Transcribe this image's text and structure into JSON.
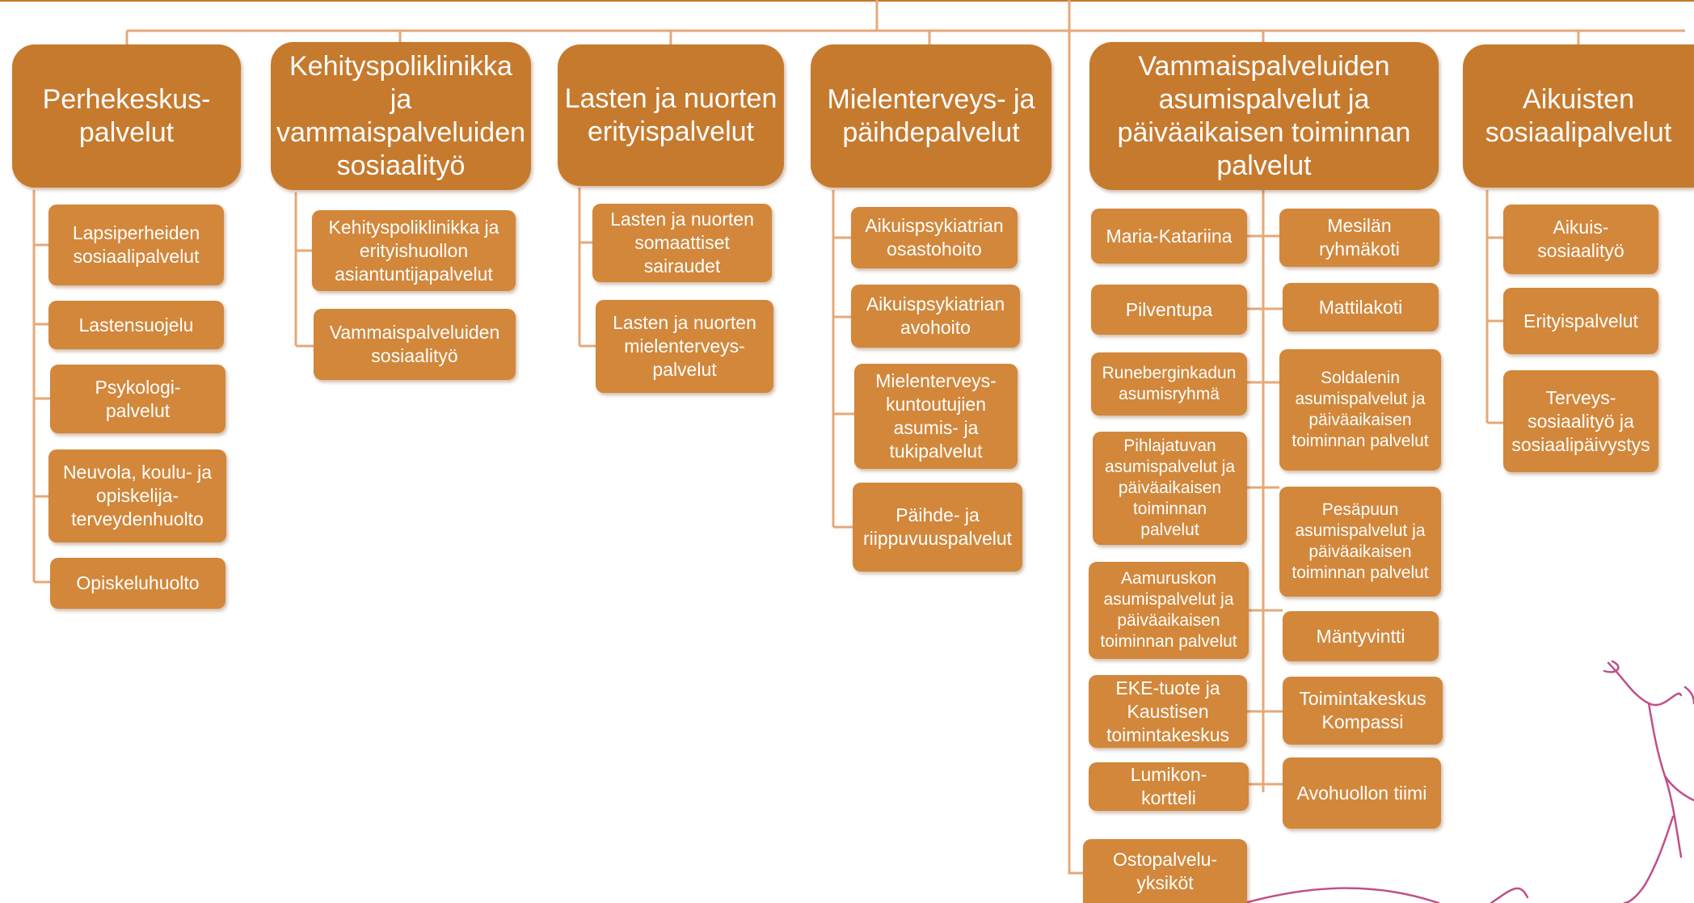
{
  "chart_data": {
    "type": "hierarchy",
    "columns": [
      {
        "label": "Perhekeskus-\npalvelut",
        "children": [
          "Lapsiperheiden\nsosiaalipalvelut",
          "Lastensuojelu",
          "Psykologi-\npalvelut",
          "Neuvola, koulu- ja\nopiskelija-\nterveydenhuolto",
          "Opiskeluhuolto"
        ]
      },
      {
        "label": "Kehityspoliklinikka ja\nvammaispalveluiden\nsosiaalityö",
        "children": [
          "Kehityspoliklinikka ja\nerityishuollon\nasiantuntijapalvelut",
          "Vammaispalveluiden\nsosiaalityö"
        ]
      },
      {
        "label": "Lasten ja nuorten\nerityispalvelut",
        "children": [
          "Lasten ja nuorten\nsomaattiset\nsairaudet",
          "Lasten ja nuorten\nmielenterveys-\npalvelut"
        ]
      },
      {
        "label": "Mielenterveys- ja\npäihdepalvelut",
        "children": [
          "Aikuispsykiatrian\nosastohoito",
          "Aikuispsykiatrian\navohoito",
          "Mielenterveys-\nkuntoutujien\nasumis- ja\ntukipalvelut",
          "Päihde- ja\nriippuvuuspalvelut"
        ]
      },
      {
        "label": "Vammaispalveluiden\nasumispalvelut ja\npäiväaikaisen toiminnan\npalvelut",
        "children_left": [
          "Maria-Katariina",
          "Pilventupa",
          "Runeberginkadun\nasumisryhmä",
          "Pihlajatuvan\nasumispalvelut ja\npäiväaikaisen\ntoiminnan\npalvelut",
          "Aamuruskon\nasumispalvelut ja\npäiväaikaisen\ntoiminnan palvelut",
          "EKE-tuote ja\nKaustisen\ntoimintakeskus",
          "Lumikon-\nkortteli"
        ],
        "children_right": [
          "Mesilän\nryhmäkoti",
          "Mattilakoti",
          "Soldalenin\nasumispalvelut ja\npäiväaikaisen\ntoiminnan palvelut",
          "Pesäpuun\nasumispalvelut ja\npäiväaikaisen\ntoiminnan palvelut",
          "Mäntyvintti",
          "Toimintakeskus\nKompassi",
          "Avohuollon tiimi"
        ]
      },
      {
        "label": "Aikuisten\nsosiaalipalvelut",
        "children": [
          "Aikuis-\nsosiaalityö",
          "Erityispalvelut",
          "Terveys-\nsosiaalityö ja\nsosiaalipäivystys"
        ]
      }
    ],
    "extra_branch": "Ostopalvelu-\nyksiköt"
  },
  "colors": {
    "box_fill": "#d2873b",
    "head_fill": "#c67a2e",
    "connector": "#e6a878",
    "text": "#ffffff",
    "decoration": "#c0508a"
  }
}
